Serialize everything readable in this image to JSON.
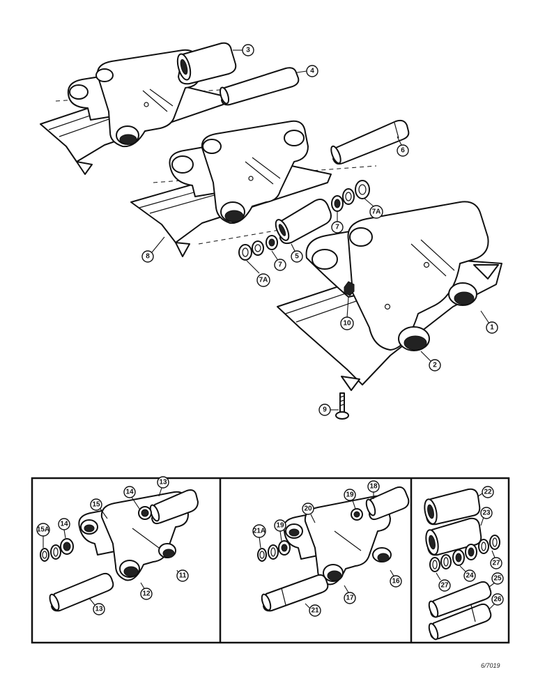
{
  "callouts": {
    "c3": "3",
    "c4": "4",
    "c6": "6",
    "c7a_r": "7A",
    "c7_r": "7",
    "c5": "5",
    "c7_l": "7",
    "c7a_l": "7A",
    "c8": "8",
    "c10": "10",
    "c1": "1",
    "c2": "2",
    "c9": "9",
    "c13_top": "13",
    "c14_top": "14",
    "c15": "15",
    "c15a": "15A",
    "c14_left": "14",
    "c11": "11",
    "c12": "12",
    "c13_bottom": "13",
    "c18": "18",
    "c19_top": "19",
    "c20": "20",
    "c21a": "21A",
    "c19_left": "19",
    "c16": "16",
    "c17": "17",
    "c21": "21",
    "c22": "22",
    "c23": "23",
    "c27_left": "27",
    "c24": "24",
    "c27_right": "27",
    "c25": "25",
    "c26": "26"
  },
  "figure_code": "6/7019"
}
